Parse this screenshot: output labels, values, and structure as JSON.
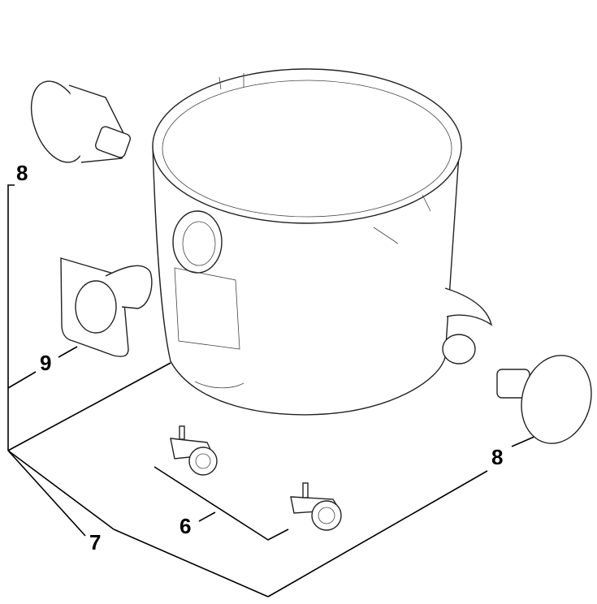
{
  "diagram": {
    "callouts": [
      {
        "id": "knob-top-left",
        "label": "8"
      },
      {
        "id": "inlet-fitting",
        "label": "9"
      },
      {
        "id": "assembly",
        "label": "7"
      },
      {
        "id": "casters",
        "label": "6"
      },
      {
        "id": "knob-right",
        "label": "8"
      }
    ]
  }
}
